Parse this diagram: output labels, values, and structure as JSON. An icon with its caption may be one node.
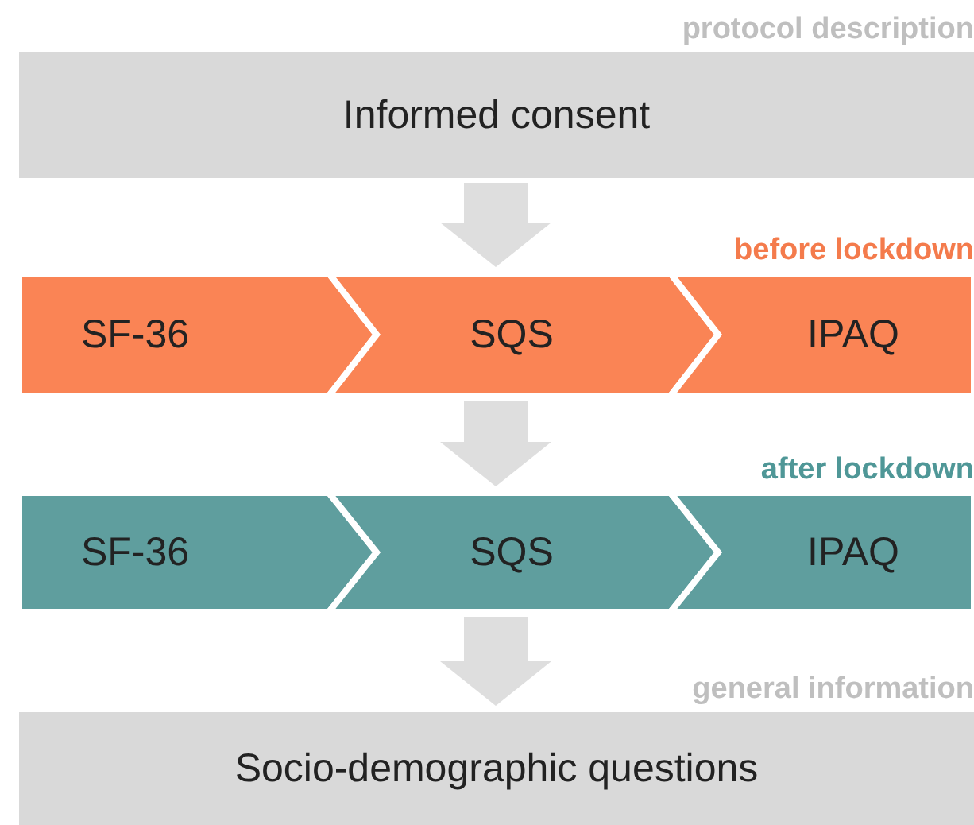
{
  "diagram": {
    "nodes": [
      {
        "text": [
          "protocol description",
          "Informed consent"
        ]
      },
      {
        "text": [
          "before lockdown"
        ]
      },
      {
        "text": [
          "SF-36"
        ],
        "in": 1
      },
      {
        "text": [
          "SQS"
        ],
        "in": 1
      },
      {
        "text": [
          "IPAQ"
        ],
        "in": 1
      },
      {
        "text": [
          "after lockdown"
        ]
      },
      {
        "text": [
          "SF-36"
        ],
        "in": 5
      },
      {
        "text": [
          "SQS"
        ],
        "in": 5
      },
      {
        "text": [
          "IPAQ"
        ],
        "in": 5
      },
      {
        "text": [
          "general information",
          "Socio-demographic questions"
        ]
      }
    ],
    "edges": [
      {
        "from": 0,
        "to": 1,
        "arrow": "to"
      },
      {
        "from": 1,
        "to": 5,
        "arrow": "to"
      },
      {
        "from": 5,
        "to": 9,
        "arrow": "to"
      }
    ]
  }
}
